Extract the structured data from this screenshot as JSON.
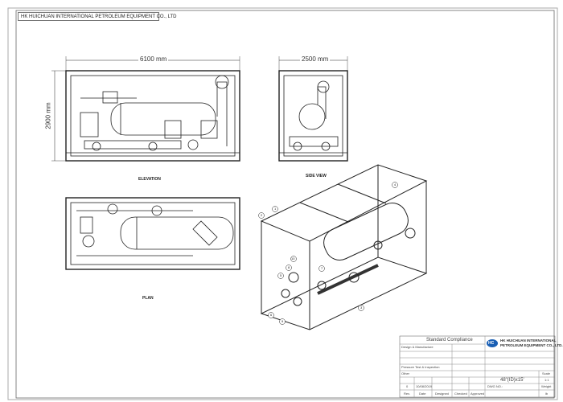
{
  "header": {
    "company_banner": "HK HUICHUAN INTERNATIONAL PETROLEUM EQUIPMENT CO., LTD"
  },
  "views": {
    "elevation": {
      "label": "ELEVATION",
      "width_dim": "6100 mm",
      "height_dim": "2900 mm"
    },
    "side": {
      "label": "SIDE VIEW",
      "width_dim": "2500 mm"
    },
    "plan": {
      "label": "PLAN"
    },
    "isometric": {
      "callouts": [
        "1",
        "2",
        "3",
        "4",
        "5",
        "6",
        "7",
        "8",
        "9",
        "10"
      ]
    }
  },
  "title_block": {
    "standard_compliance": "Standard Compliance",
    "design_manufacture": "Design & Manufacture",
    "pressure_test": "Pressure Test & Inspection",
    "other": "Other",
    "rev_value": "0",
    "date_value": "10/08/2019",
    "col_rev": "Rev.",
    "col_date": "Date",
    "col_designed": "Designed",
    "col_checked": "Checked",
    "col_approved": "Approved",
    "company_line1": "HK HUICHUAN INTERNATIONAL",
    "company_line2": "PETROLEUM EQUIPMENT CO., LTD.",
    "logo_text": "HC",
    "title": "48\"(ID)x15'",
    "dwg_no_label": "DWG NO.:",
    "scale_label": "Scale",
    "scale_value": "1:1",
    "weight_label": "Weight",
    "weight_unit": "lb"
  }
}
